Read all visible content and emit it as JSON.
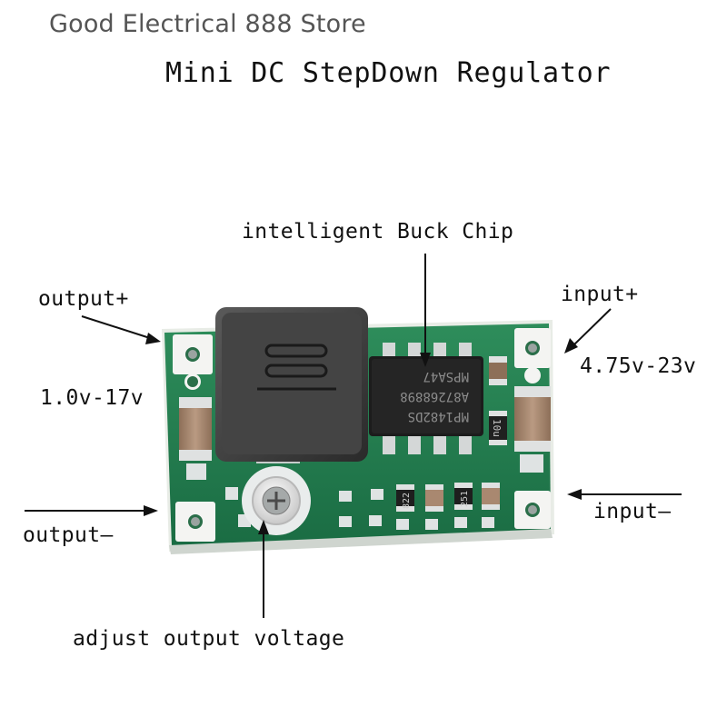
{
  "store_name": "Good Electrical 888 Store",
  "title": "Mini DC StepDown Regulator",
  "labels": {
    "chip": "intelligent Buck Chip",
    "output_plus": "output+",
    "output_voltage": "1.0v-17v",
    "input_plus": "input+",
    "input_voltage": "4.75v-23v",
    "output_minus": "output—",
    "input_minus": "input—",
    "adjust": "adjust output voltage"
  },
  "chip_markings": [
    "MP1482DS",
    "A87268898",
    "MPSA47"
  ],
  "resistor_codes": [
    "822",
    "251"
  ],
  "small_part_code": "10u",
  "colors": {
    "pcb": "#1f7a4c",
    "inductor": "#3a3a3a",
    "chip": "#1a1a1a",
    "capacitor": "#a98870",
    "pad": "#d9dcdc"
  }
}
